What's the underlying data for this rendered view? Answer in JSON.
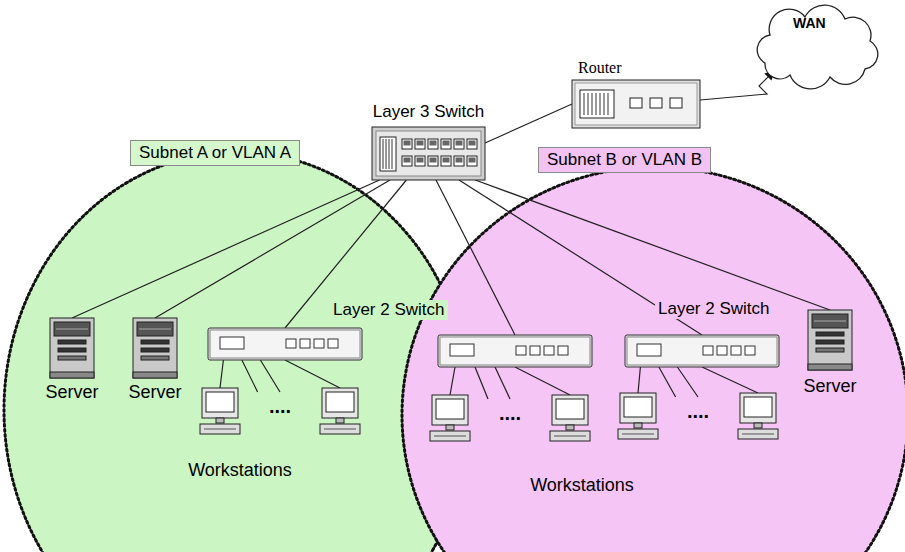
{
  "diagram": {
    "nodes": [
      {
        "text": [
          "Layer 3 Switch"
        ]
      },
      {
        "text": [
          "Router"
        ]
      },
      {
        "text": [
          "WAN"
        ]
      },
      {
        "text": [
          "Subnet A or VLAN A"
        ]
      },
      {
        "text": [
          "Server"
        ],
        "in": 3
      },
      {
        "text": [
          "Server"
        ],
        "in": 3
      },
      {
        "text": [
          "Layer 2 Switch"
        ],
        "in": 3
      },
      {
        "text": [
          "....",
          "Workstations"
        ],
        "in": 3
      },
      {
        "text": [
          "Subnet B or VLAN B"
        ]
      },
      {
        "text": [
          "....",
          "Workstations"
        ],
        "in": 8
      },
      {
        "text": [
          "Layer 2 Switch"
        ],
        "in": 8
      },
      {
        "text": [
          "Server"
        ],
        "in": 8
      },
      {
        "text": [
          "...."
        ],
        "in": 8
      }
    ],
    "edges": [
      {
        "from": 0,
        "to": 1,
        "arrow": "none"
      },
      {
        "from": 1,
        "to": 2,
        "arrow": "to"
      },
      {
        "from": 0,
        "to": 4,
        "arrow": "none"
      },
      {
        "from": 0,
        "to": 5,
        "arrow": "none"
      },
      {
        "from": 0,
        "to": 6,
        "arrow": "none"
      },
      {
        "from": 6,
        "to": 7,
        "arrow": "none"
      },
      {
        "from": 0,
        "to": 10,
        "arrow": "none"
      },
      {
        "from": 0,
        "to": 11,
        "arrow": "none"
      },
      {
        "from": 10,
        "to": 12,
        "arrow": "none"
      }
    ]
  }
}
